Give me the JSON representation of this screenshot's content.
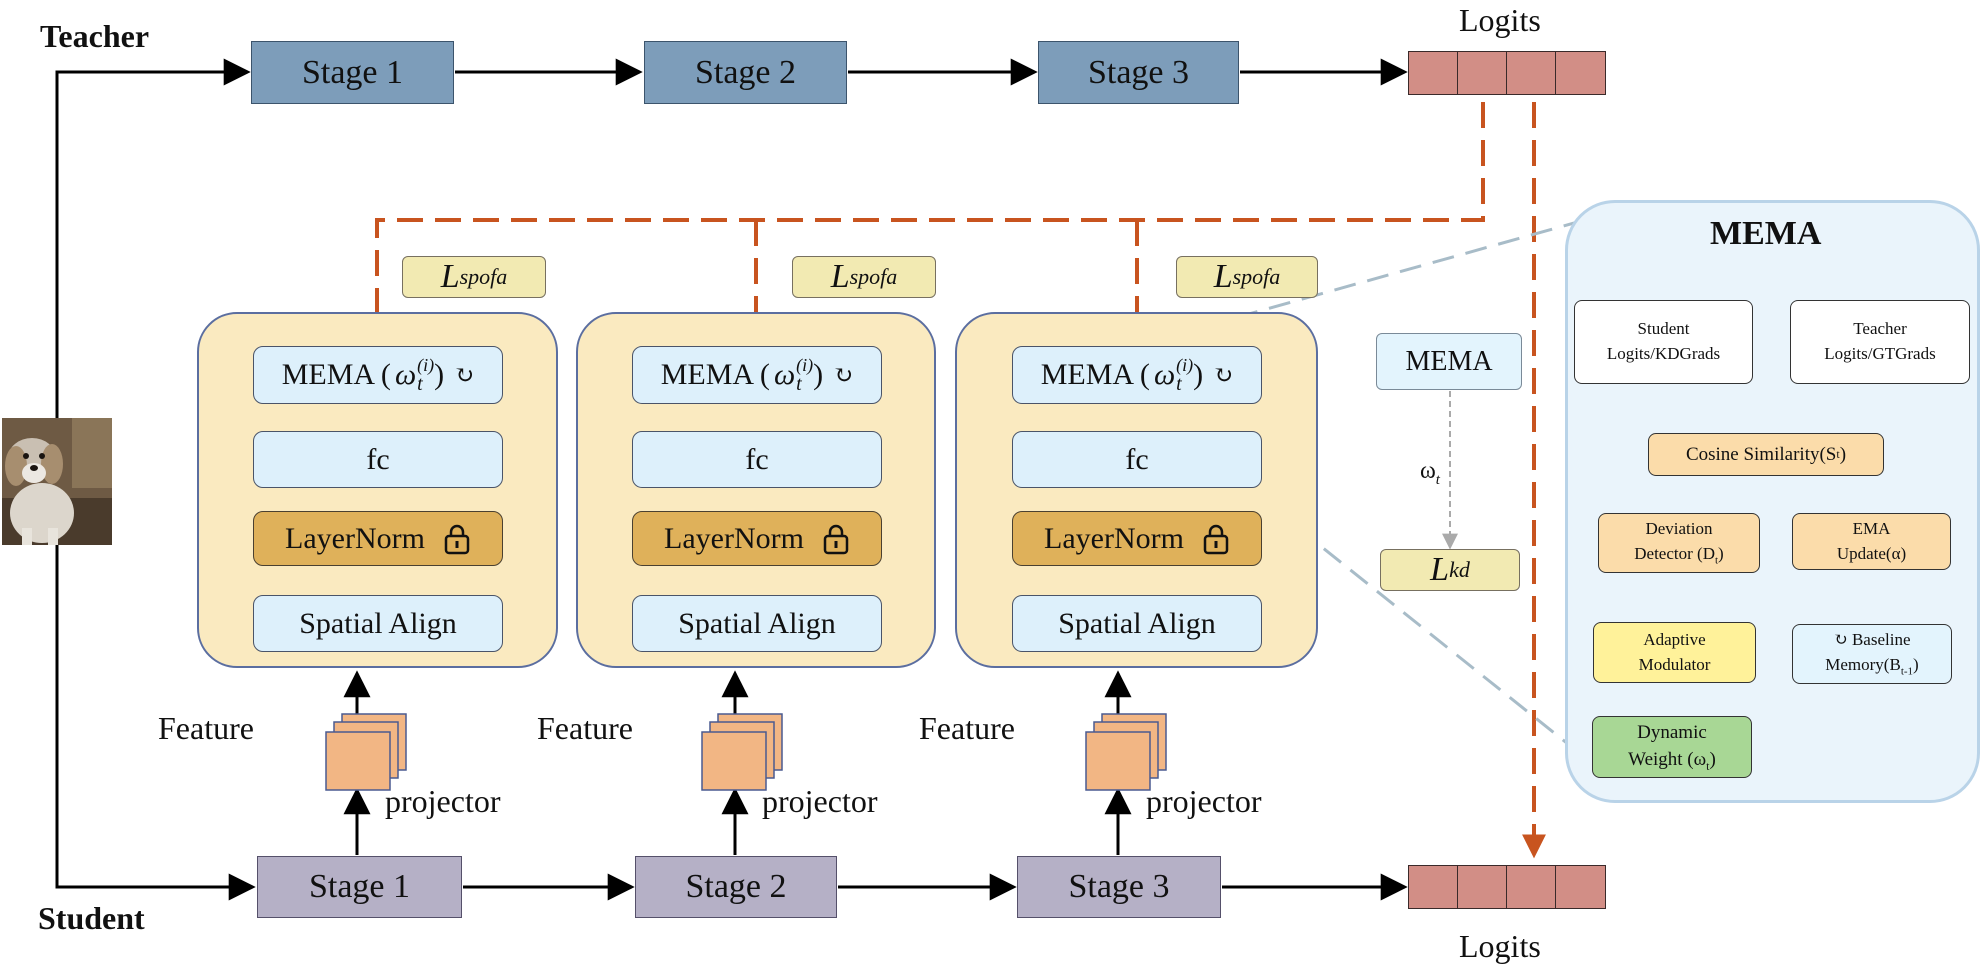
{
  "teacher_label": "Teacher",
  "student_label": "Student",
  "teacher_stages": [
    "Stage 1",
    "Stage 2",
    "Stage 3"
  ],
  "student_stages": [
    "Stage 1",
    "Stage 2",
    "Stage 3"
  ],
  "logits_top": "Logits",
  "logits_bottom": "Logits",
  "loss_label": {
    "main": "L",
    "sub": "spofa"
  },
  "module": {
    "mema_prefix": "MEMA (",
    "mema_omega": "ω",
    "mema_sub": "t",
    "mema_sup": "(i)",
    "mema_suffix": ")",
    "refresh_glyph": "↻",
    "fc": "fc",
    "layernorm": "LayerNorm",
    "spatial_align": "Spatial Align"
  },
  "feature_label": "Feature",
  "projector_label": "projector",
  "center": {
    "mema": "MEMA",
    "omega_main": "ω",
    "omega_sub": "t",
    "lkd_main": "L",
    "lkd_sub": "kd"
  },
  "mema_panel": {
    "title": "MEMA",
    "student_line1": "Student",
    "student_line2": "Logits/KDGrads",
    "teacher_line1": "Teacher",
    "teacher_line2": "Logits/GTGrads",
    "cosine_main": "Cosine Similarity(S",
    "cosine_sub": "t",
    "cosine_end": ")",
    "deviation_line1": "Deviation",
    "deviation_line2_main": "Detector (D",
    "deviation_line2_sub": "t",
    "deviation_line2_end": ")",
    "ema_line1": "EMA",
    "ema_line2": "Update(α)",
    "adaptive_line1": "Adaptive",
    "adaptive_line2": "Modulator",
    "baseline_line1": "↻ Baseline",
    "baseline_line2_main": "Memory(B",
    "baseline_line2_sub": "t-1",
    "baseline_line2_end": ")",
    "dynamic_line1": "Dynamic",
    "dynamic_line2_main": "Weight (ω",
    "dynamic_line2_sub": "t",
    "dynamic_line2_end": ")"
  },
  "colors": {
    "teacher_stage": "#7d9dba",
    "student_stage": "#b5b0c6",
    "logits_cell": "#d28e86",
    "panel_fill": "#faeac0",
    "layernorm_fill": "#dfb15a",
    "dashed_arrow": "#c8541f",
    "mema_panel_fill": "#eaf4fb"
  }
}
